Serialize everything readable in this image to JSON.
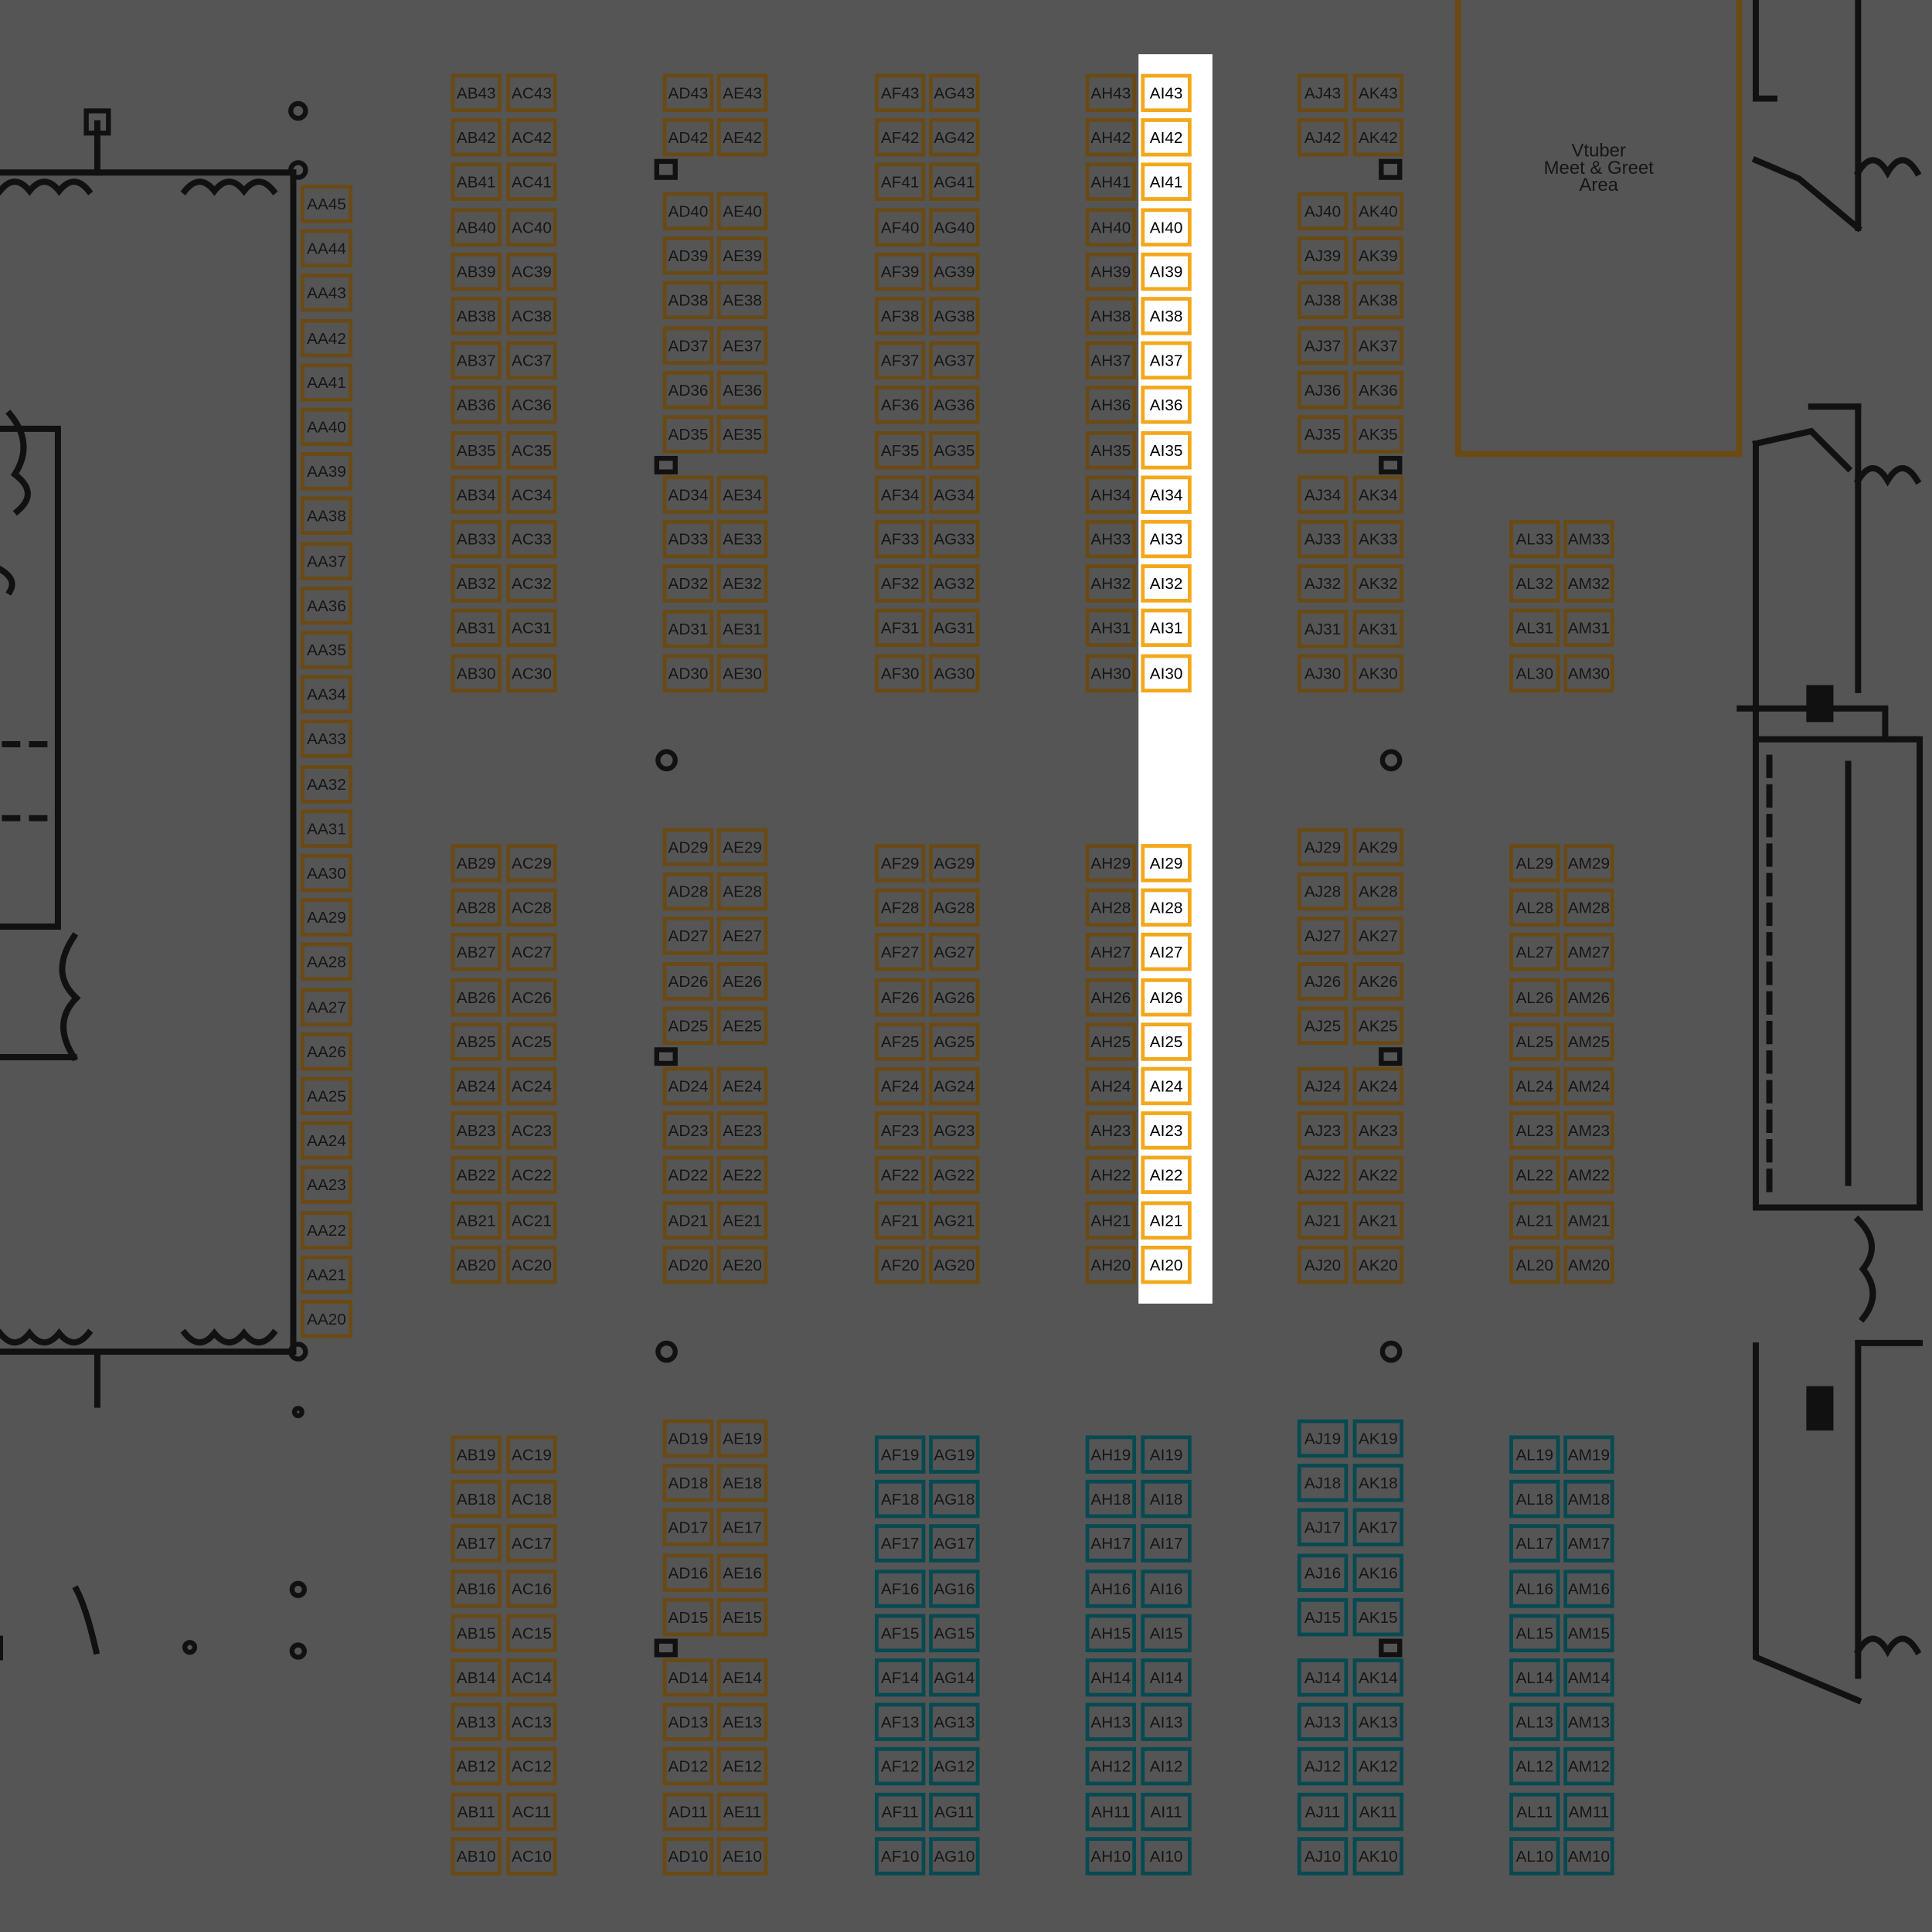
{
  "map": {
    "highlighted_column": "AI",
    "special_area_label": "Vtuber\nMeet & Greet\nArea",
    "colors": {
      "background": "#555555",
      "booth_border_brown": "#6a4a14",
      "booth_border_teal": "#074a52",
      "highlight_border": "#f3a71a",
      "highlight_fill": "#ffffff",
      "walls": "#111111"
    },
    "rows": {
      "row_AA": [
        "AA45",
        "AA44",
        "AA43",
        "AA42",
        "AA41",
        "AA40",
        "AA39",
        "AA38",
        "AA37",
        "AA36",
        "AA35",
        "AA34",
        "AA33",
        "AA32",
        "AA31",
        "AA30",
        "AA29",
        "AA28",
        "AA27",
        "AA26",
        "AA25",
        "AA24",
        "AA23",
        "AA22",
        "AA21",
        "AA20"
      ],
      "block_AB_AC": {
        "upper": {
          "left": [
            "AB43",
            "AB42",
            "AB41",
            "AB40",
            "AB39",
            "AB38",
            "AB37",
            "AB36",
            "AB35",
            "AB34",
            "AB33",
            "AB32",
            "AB31",
            "AB30"
          ],
          "right": [
            "AC43",
            "AC42",
            "AC41",
            "AC40",
            "AC39",
            "AC38",
            "AC37",
            "AC36",
            "AC35",
            "AC34",
            "AC33",
            "AC32",
            "AC31",
            "AC30"
          ]
        },
        "middle": {
          "left": [
            "AB29",
            "AB28",
            "AB27",
            "AB26",
            "AB25",
            "AB24",
            "AB23",
            "AB22",
            "AB21",
            "AB20"
          ],
          "right": [
            "AC29",
            "AC28",
            "AC27",
            "AC26",
            "AC25",
            "AC24",
            "AC23",
            "AC22",
            "AC21",
            "AC20"
          ]
        },
        "lower": {
          "left": [
            "AB19",
            "AB18",
            "AB17",
            "AB16",
            "AB15",
            "AB14",
            "AB13",
            "AB12",
            "AB11",
            "AB10"
          ],
          "right": [
            "AC19",
            "AC18",
            "AC17",
            "AC16",
            "AC15",
            "AC14",
            "AC13",
            "AC12",
            "AC11",
            "AC10"
          ]
        }
      },
      "block_AD_AE": {
        "upper_a": {
          "left": [
            "AD43",
            "AD42"
          ],
          "right": [
            "AE43",
            "AE42"
          ]
        },
        "upper_b": {
          "left": [
            "AD40",
            "AD39",
            "AD38",
            "AD37",
            "AD36",
            "AD35"
          ],
          "right": [
            "AE40",
            "AE39",
            "AE38",
            "AE37",
            "AE36",
            "AE35"
          ]
        },
        "upper_c": {
          "left": [
            "AD34",
            "AD33",
            "AD32",
            "AD31",
            "AD30"
          ],
          "right": [
            "AE34",
            "AE33",
            "AE32",
            "AE31",
            "AE30"
          ]
        },
        "middle_a": {
          "left": [
            "AD29",
            "AD28",
            "AD27",
            "AD26",
            "AD25"
          ],
          "right": [
            "AE29",
            "AE28",
            "AE27",
            "AE26",
            "AE25"
          ]
        },
        "middle_b": {
          "left": [
            "AD24",
            "AD23",
            "AD22",
            "AD21",
            "AD20"
          ],
          "right": [
            "AE24",
            "AE23",
            "AE22",
            "AE21",
            "AE20"
          ]
        },
        "lower_a": {
          "left": [
            "AD19",
            "AD18",
            "AD17",
            "AD16",
            "AD15"
          ],
          "right": [
            "AE19",
            "AE18",
            "AE17",
            "AE16",
            "AE15"
          ]
        },
        "lower_b": {
          "left": [
            "AD14",
            "AD13",
            "AD12",
            "AD11",
            "AD10"
          ],
          "right": [
            "AE14",
            "AE13",
            "AE12",
            "AE11",
            "AE10"
          ]
        }
      },
      "block_AF_AG": {
        "upper": {
          "left": [
            "AF43",
            "AF42",
            "AF41",
            "AF40",
            "AF39",
            "AF38",
            "AF37",
            "AF36",
            "AF35",
            "AF34",
            "AF33",
            "AF32",
            "AF31",
            "AF30"
          ],
          "right": [
            "AG43",
            "AG42",
            "AG41",
            "AG40",
            "AG39",
            "AG38",
            "AG37",
            "AG36",
            "AG35",
            "AG34",
            "AG33",
            "AG32",
            "AG31",
            "AG30"
          ]
        },
        "middle": {
          "left": [
            "AF29",
            "AF28",
            "AF27",
            "AF26",
            "AF25",
            "AF24",
            "AF23",
            "AF22",
            "AF21",
            "AF20"
          ],
          "right": [
            "AG29",
            "AG28",
            "AG27",
            "AG26",
            "AG25",
            "AG24",
            "AG23",
            "AG22",
            "AG21",
            "AG20"
          ]
        },
        "lower": {
          "left": [
            "AF19",
            "AF18",
            "AF17",
            "AF16",
            "AF15",
            "AF14",
            "AF13",
            "AF12",
            "AF11",
            "AF10"
          ],
          "right": [
            "AG19",
            "AG18",
            "AG17",
            "AG16",
            "AG15",
            "AG14",
            "AG13",
            "AG12",
            "AG11",
            "AG10"
          ]
        }
      },
      "block_AH_AI": {
        "upper": {
          "left": [
            "AH43",
            "AH42",
            "AH41",
            "AH40",
            "AH39",
            "AH38",
            "AH37",
            "AH36",
            "AH35",
            "AH34",
            "AH33",
            "AH32",
            "AH31",
            "AH30"
          ],
          "right": [
            "AI43",
            "AI42",
            "AI41",
            "AI40",
            "AI39",
            "AI38",
            "AI37",
            "AI36",
            "AI35",
            "AI34",
            "AI33",
            "AI32",
            "AI31",
            "AI30"
          ]
        },
        "middle": {
          "left": [
            "AH29",
            "AH28",
            "AH27",
            "AH26",
            "AH25",
            "AH24",
            "AH23",
            "AH22",
            "AH21",
            "AH20"
          ],
          "right": [
            "AI29",
            "AI28",
            "AI27",
            "AI26",
            "AI25",
            "AI24",
            "AI23",
            "AI22",
            "AI21",
            "AI20"
          ]
        },
        "lower": {
          "left": [
            "AH19",
            "AH18",
            "AH17",
            "AH16",
            "AH15",
            "AH14",
            "AH13",
            "AH12",
            "AH11",
            "AH10"
          ],
          "right": [
            "AI19",
            "AI18",
            "AI17",
            "AI16",
            "AI15",
            "AI14",
            "AI13",
            "AI12",
            "AI11",
            "AI10"
          ]
        }
      },
      "block_AJ_AK": {
        "upper_a": {
          "left": [
            "AJ43",
            "AJ42"
          ],
          "right": [
            "AK43",
            "AK42"
          ]
        },
        "upper_b": {
          "left": [
            "AJ40",
            "AJ39",
            "AJ38",
            "AJ37",
            "AJ36",
            "AJ35"
          ],
          "right": [
            "AK40",
            "AK39",
            "AK38",
            "AK37",
            "AK36",
            "AK35"
          ]
        },
        "upper_c": {
          "left": [
            "AJ34",
            "AJ33",
            "AJ32",
            "AJ31",
            "AJ30"
          ],
          "right": [
            "AK34",
            "AK33",
            "AK32",
            "AK31",
            "AK30"
          ]
        },
        "middle_a": {
          "left": [
            "AJ29",
            "AJ28",
            "AJ27",
            "AJ26",
            "AJ25"
          ],
          "right": [
            "AK29",
            "AK28",
            "AK27",
            "AK26",
            "AK25"
          ]
        },
        "middle_b": {
          "left": [
            "AJ24",
            "AJ23",
            "AJ22",
            "AJ21",
            "AJ20"
          ],
          "right": [
            "AK24",
            "AK23",
            "AK22",
            "AK21",
            "AK20"
          ]
        },
        "lower_a": {
          "left": [
            "AJ19",
            "AJ18",
            "AJ17",
            "AJ16",
            "AJ15"
          ],
          "right": [
            "AK19",
            "AK18",
            "AK17",
            "AK16",
            "AK15"
          ]
        },
        "lower_b": {
          "left": [
            "AJ14",
            "AJ13",
            "AJ12",
            "AJ11",
            "AJ10"
          ],
          "right": [
            "AK14",
            "AK13",
            "AK12",
            "AK11",
            "AK10"
          ]
        }
      },
      "block_AL_AM": {
        "upper": {
          "left": [
            "AL33",
            "AL32",
            "AL31",
            "AL30"
          ],
          "right": [
            "AM33",
            "AM32",
            "AM31",
            "AM30"
          ]
        },
        "middle": {
          "left": [
            "AL29",
            "AL28",
            "AL27",
            "AL26",
            "AL25",
            "AL24",
            "AL23",
            "AL22",
            "AL21",
            "AL20"
          ],
          "right": [
            "AM29",
            "AM28",
            "AM27",
            "AM26",
            "AM25",
            "AM24",
            "AM23",
            "AM22",
            "AM21",
            "AM20"
          ]
        },
        "lower": {
          "left": [
            "AL19",
            "AL18",
            "AL17",
            "AL16",
            "AL15",
            "AL14",
            "AL13",
            "AL12",
            "AL11",
            "AL10"
          ],
          "right": [
            "AM19",
            "AM18",
            "AM17",
            "AM16",
            "AM15",
            "AM14",
            "AM13",
            "AM12",
            "AM11",
            "AM10"
          ]
        }
      }
    }
  }
}
